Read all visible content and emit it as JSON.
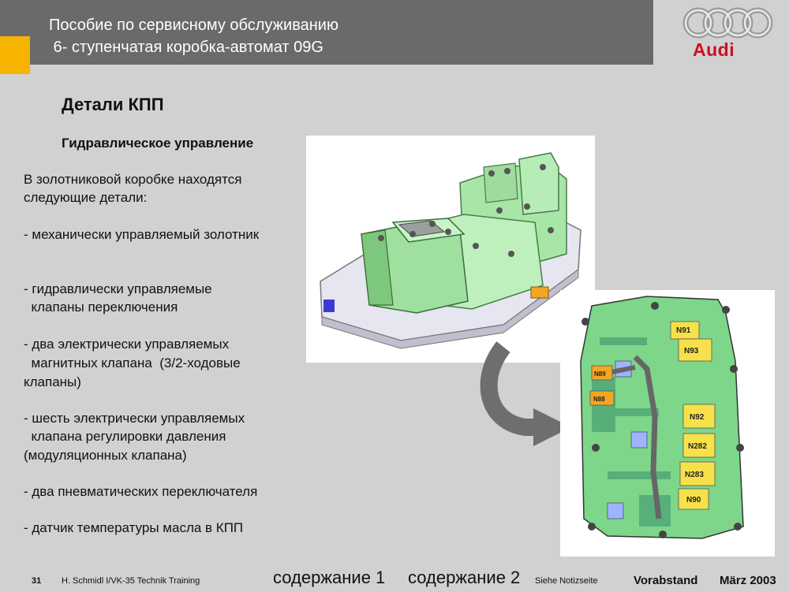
{
  "header": {
    "line1": "Пособие по сервисному обслуживанию",
    "line2": " 6- ступенчатая коробка-автомат 09G",
    "logo_text": "Audi",
    "logo_icon": "audi-rings-icon",
    "colors": {
      "header_bg": "#6a6a6a",
      "accent": "#f6b400",
      "brand": "#cc0f1f"
    }
  },
  "content": {
    "title": "Детали КПП",
    "subtitle": "Гидравлическое управление",
    "lines": [
      "В золотниковой коробке находятся",
      "следующие детали:",
      "- механически управляемый золотник",
      "- гидравлически управляемые",
      "  клапаны переключения",
      "- два электрически управляемых",
      "  магнитных клапана  (3/2-ходовые",
      "клапаны)",
      "- шесть электрически управляемых",
      "  клапана регулировки давления",
      "(модуляционных клапана)",
      "- два пневматических переключателя",
      "- датчик температуры масла в КПП"
    ]
  },
  "valve_labels": [
    "N91",
    "N93",
    "N89",
    "N88",
    "N92",
    "N282",
    "N283",
    "N90"
  ],
  "footer": {
    "page": "31",
    "author": "H. Schmidl I/VK-35  Technik Training",
    "link1": "содержание 1",
    "link2": "содержание 2",
    "notes": "Siehe Notizseite",
    "status": "Vorabstand",
    "date": "März 2003"
  }
}
